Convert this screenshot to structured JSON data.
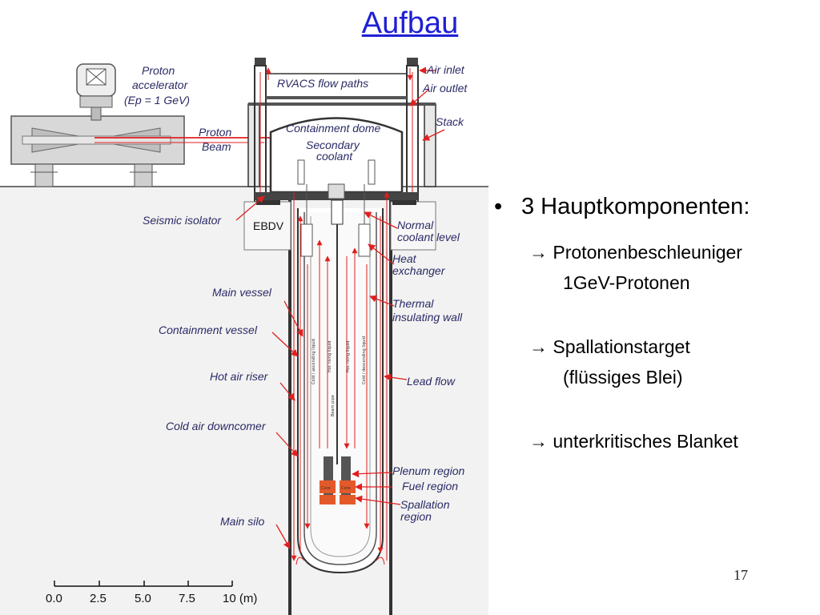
{
  "slide": {
    "title": "Aufbau",
    "page_number": "17"
  },
  "bullets": {
    "marker": "•",
    "main": "3 Hauptkomponenten:",
    "items": [
      {
        "line1": "→ Protonenbeschleuniger",
        "line2": "1GeV-Protonen"
      },
      {
        "line1": "→ Spallationstarget",
        "line2": "(flüssiges Blei)"
      },
      {
        "line1": "→ unterkritisches Blanket",
        "line2": ""
      }
    ]
  },
  "diagram": {
    "labels": {
      "proton_accelerator": [
        "Proton",
        "accelerator",
        "(Ep = 1 GeV)"
      ],
      "proton_beam": [
        "Proton",
        "Beam"
      ],
      "seismic_isolator": "Seismic isolator",
      "ebdv": "EBDV",
      "main_vessel": "Main vessel",
      "containment_vessel": "Containment vessel",
      "hot_air_riser": "Hot air riser",
      "cold_air_downcomer": "Cold air downcomer",
      "main_silo": "Main silo",
      "rvacs_flow_paths": "RVACS flow paths",
      "containment_dome": "Containment dome",
      "secondary_coolant": [
        "Secondary",
        "coolant"
      ],
      "air_inlet": "Air inlet",
      "air_outlet": "Air outlet",
      "stack": "Stack",
      "normal_coolant_level": [
        "Normal",
        "coolant level"
      ],
      "heat_exchanger": [
        "Heat",
        "exchanger"
      ],
      "thermal_insulating_wall": [
        "Thermal",
        "insulating wall"
      ],
      "lead_flow": "Lead flow",
      "plenum_region": "Plenum region",
      "fuel_region": "Fuel region",
      "spallation_region": [
        "Spallation",
        "region"
      ]
    },
    "inner_tiny_labels": [
      "Cold / ascending liquid",
      "Hot rising liquid",
      "Hot rising liquid",
      "Cold / descending liquid",
      "Beam pipe"
    ],
    "core_labels": [
      "Core",
      "Core"
    ],
    "scale_ticks": [
      "0.0",
      "2.5",
      "5.0",
      "7.5",
      "10 (m)"
    ],
    "colors": {
      "title": "#1f1fd6",
      "labels": "#2a2a66",
      "beam": "#e02020",
      "core": "#e35a2a",
      "ground": "#f2f2f2"
    }
  }
}
